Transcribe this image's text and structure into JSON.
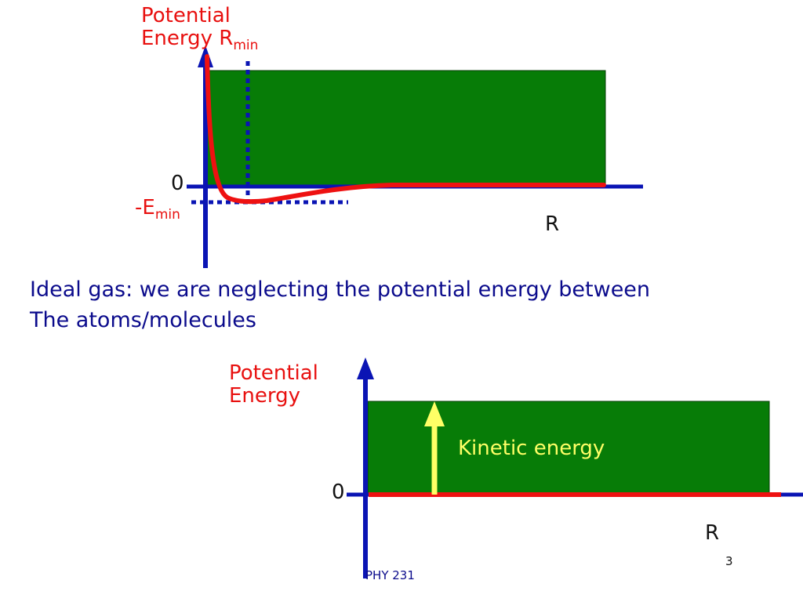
{
  "top_diagram": {
    "ylabel_line1": "Potential",
    "ylabel_line2": "Energy",
    "rmin_label": "R",
    "rmin_sub": "min",
    "zero_label": "0",
    "emin_label": "-E",
    "emin_sub": "min",
    "x_label": "R"
  },
  "caption": {
    "line1": "Ideal gas: we are neglecting the potential energy between",
    "line2": "The atoms/molecules"
  },
  "bottom_diagram": {
    "ylabel_line1": "Potential",
    "ylabel_line2": "Energy",
    "kinetic_label": "Kinetic energy",
    "zero_label": "0",
    "x_label": "R"
  },
  "footer": {
    "course": "PHY 231",
    "page_number": "3"
  },
  "colors": {
    "axis": "#0a14b4",
    "curve": "#ee1111",
    "box": "#077c07",
    "arrow": "#ffff66",
    "text_red": "#e8100f",
    "text_dark": "#111111",
    "text_navy": "#0b0b8c"
  }
}
